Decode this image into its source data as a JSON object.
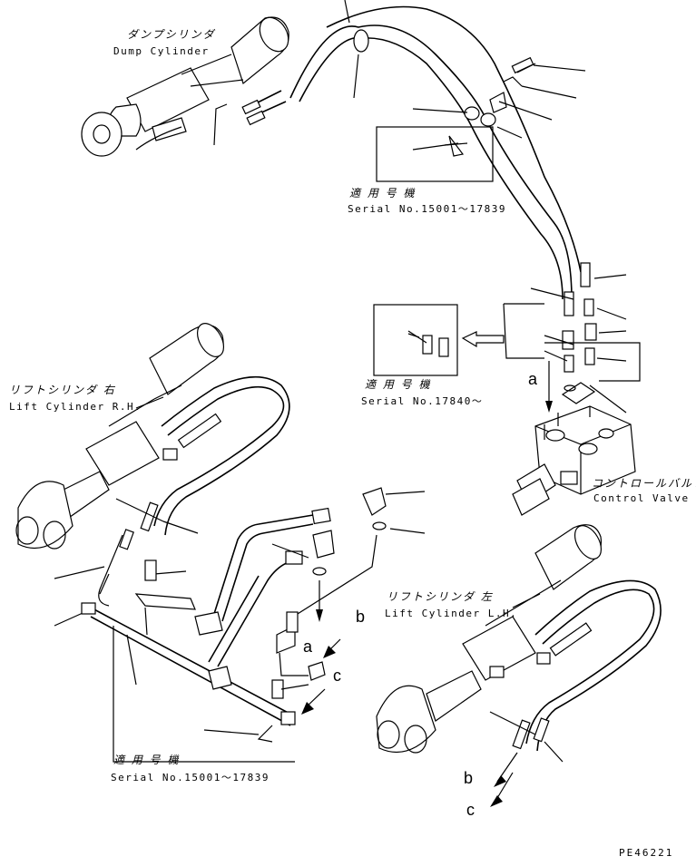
{
  "labels": {
    "dump_cylinder_jp": "ダンプシリンダ",
    "dump_cylinder_en": "Dump Cylinder",
    "serial_top_jp": "適 用 号 機",
    "serial_top_en": "Serial No.15001～17839",
    "serial_mid_jp": "適 用 号 機",
    "serial_mid_en": "Serial No.17840～",
    "lift_rh_jp": "リフトシリンダ 右",
    "lift_rh_en": "Lift Cylinder R.H.",
    "control_valve_jp": "コントロールバルブ",
    "control_valve_en": "Control Valve",
    "lift_lh_jp": "リフトシリンダ 左",
    "lift_lh_en": "Lift Cylinder L.H.",
    "serial_bot_jp": "適 用 号 機",
    "serial_bot_en": "Serial No.15001～17839",
    "drawing_code": "PE46221"
  },
  "connection_letters": {
    "a_valve": "a",
    "a_pipe": "a",
    "b_pipe": "b",
    "c_pipe": "c",
    "b_lh": "b",
    "c_lh": "c"
  }
}
